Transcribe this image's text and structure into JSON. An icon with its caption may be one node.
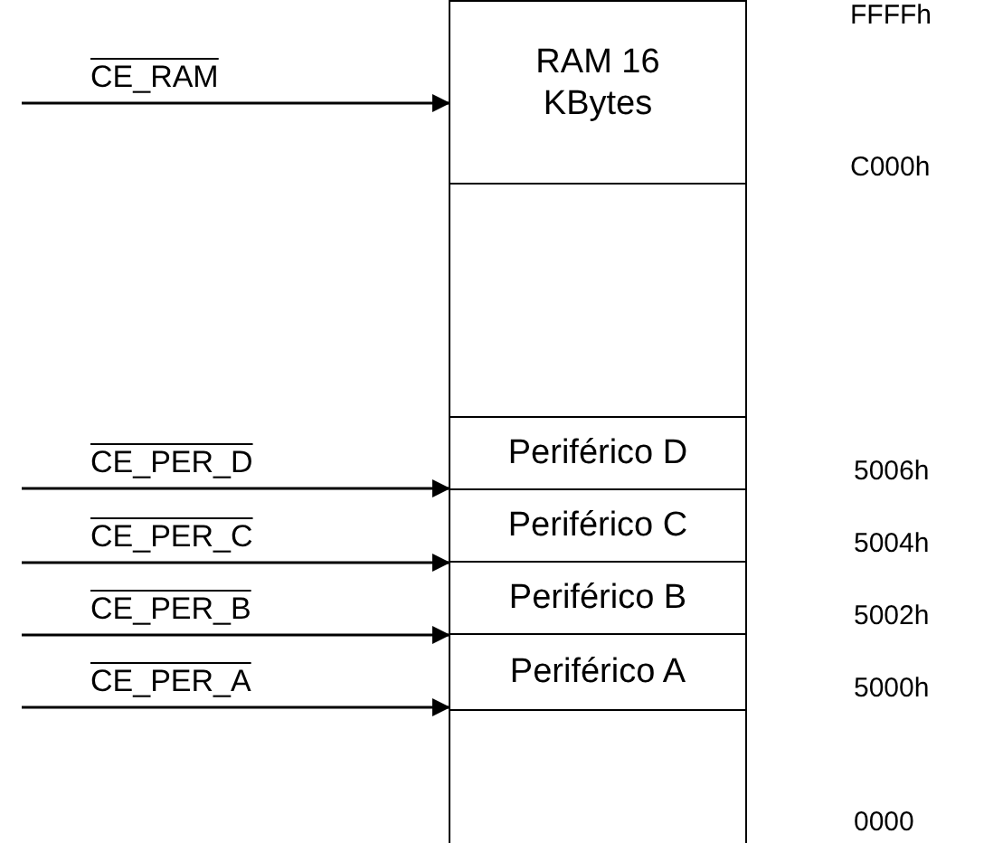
{
  "diagram": {
    "nodes": [
      {
        "text": [
          "RAM 16 KBytes"
        ]
      },
      {
        "text": [],
        "shape": "box"
      },
      {
        "text": [
          "Periférico D"
        ]
      },
      {
        "text": [
          "Periférico C"
        ]
      },
      {
        "text": [
          "Periférico B"
        ]
      },
      {
        "text": [
          "Periférico A"
        ]
      },
      {
        "text": [],
        "shape": "box"
      }
    ],
    "edges": [
      {
        "from": null,
        "to": 0,
        "arrow": "to",
        "label": "CE_RAM"
      },
      {
        "from": null,
        "to": 2,
        "arrow": "to",
        "label": "CE_PER_D"
      },
      {
        "from": null,
        "to": 3,
        "arrow": "to",
        "label": "CE_PER_C"
      },
      {
        "from": null,
        "to": 4,
        "arrow": "to",
        "label": "CE_PER_B"
      },
      {
        "from": null,
        "to": 5,
        "arrow": "to",
        "label": "CE_PER_A"
      }
    ],
    "labels": [
      "FFFFh",
      "C000h",
      "5006h",
      "5004h",
      "5002h",
      "5000h",
      "0000"
    ]
  }
}
